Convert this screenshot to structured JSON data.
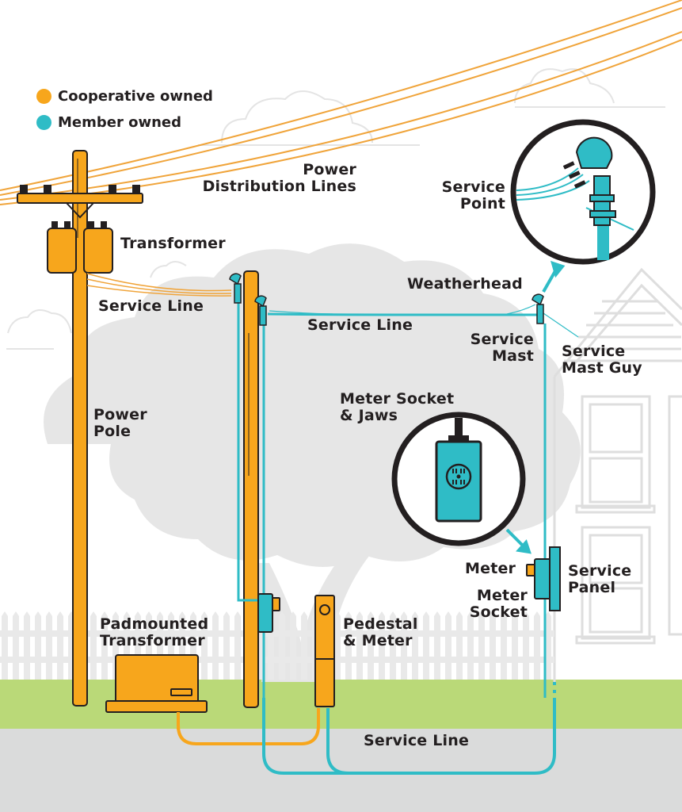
{
  "colors": {
    "cooperative": "#f7a61c",
    "member": "#2fbcc6",
    "outline": "#231f20",
    "grass": "#bad978",
    "ground": "#dadbdb",
    "background_art": "#e6e6e6",
    "label": "#231f20"
  },
  "legend": [
    {
      "label": "Cooperative owned",
      "color": "#f7a61c"
    },
    {
      "label": "Member owned",
      "color": "#2fbcc6"
    }
  ],
  "labels": {
    "power_distribution_lines": "Power\nDistribution Lines",
    "transformer": "Transformer",
    "service_line_top": "Service Line",
    "service_line_middle": "Service Line",
    "service_line_underground": "Service Line",
    "power_pole": "Power\nPole",
    "service_point": "Service\nPoint",
    "weatherhead": "Weatherhead",
    "service_mast": "Service\nMast",
    "service_mast_guy": "Service\nMast Guy",
    "meter_socket_jaws": "Meter Socket\n& Jaws",
    "meter": "Meter",
    "meter_socket": "Meter\nSocket",
    "service_panel": "Service\nPanel",
    "padmounted_transformer": "Padmounted\nTransformer",
    "pedestal_meter": "Pedestal\n& Meter"
  },
  "icons": {
    "power_pole": "utility-pole-icon",
    "transformer": "pole-transformer-icon",
    "weatherhead": "weatherhead-icon",
    "meter_socket": "meter-socket-icon",
    "padmounted_transformer": "pad-transformer-icon",
    "pedestal": "pedestal-meter-icon",
    "service_panel": "service-panel-icon",
    "house": "house-icon",
    "tree": "tree-icon",
    "fence": "fence-icon"
  }
}
